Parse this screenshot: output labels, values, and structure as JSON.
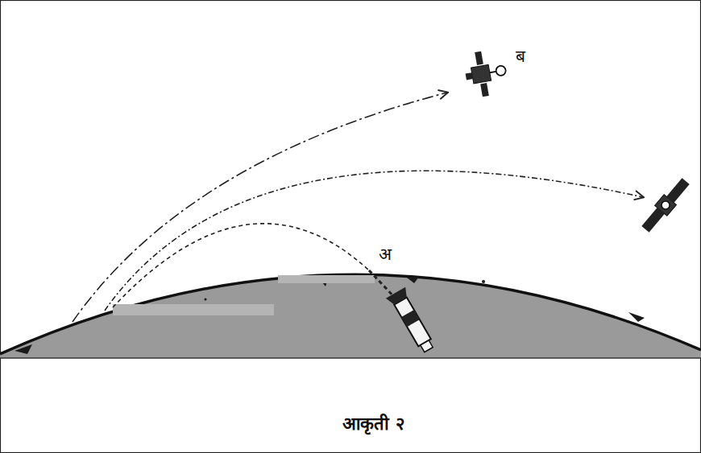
{
  "diagram": {
    "caption": "आकृती २",
    "labels": [
      "अ",
      "ब"
    ]
  }
}
